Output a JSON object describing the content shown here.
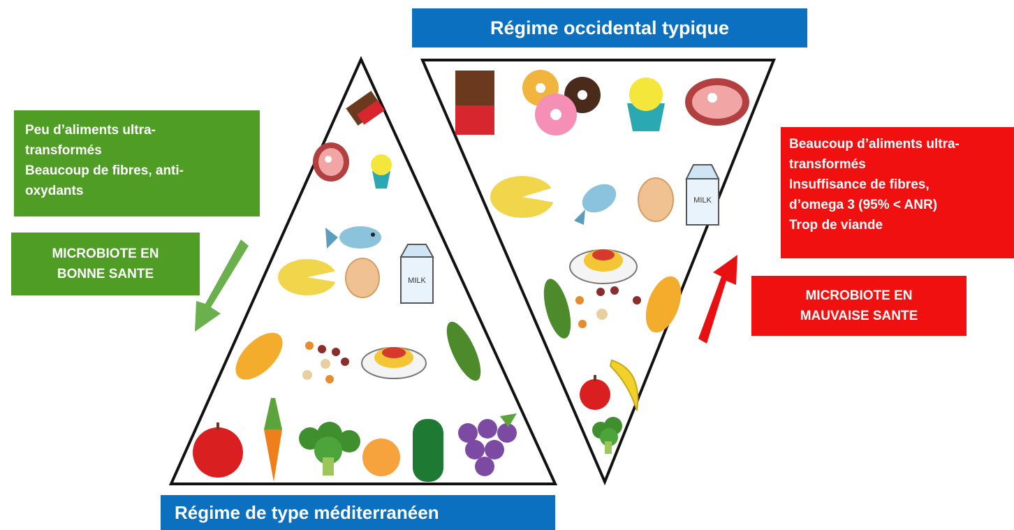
{
  "titles": {
    "western": "Régime occidental typique",
    "mediterranean": "Régime de type méditerranéen"
  },
  "mediterranean_info": {
    "lines": [
      "Peu d’aliments ultra-",
      "transformés",
      "Beaucoup de fibres, anti-",
      "oxydants"
    ]
  },
  "mediterranean_state": {
    "lines": [
      "MICROBIOTE EN",
      "BONNE SANTE"
    ]
  },
  "western_info": {
    "lines": [
      "Beaucoup d’aliments ultra-",
      "transformés",
      "Insuffisance de fibres,",
      "d’omega 3 (95% < ANR)",
      "Trop de viande"
    ]
  },
  "western_state": {
    "lines": [
      "MICROBIOTE EN",
      "MAUVAISE SANTE"
    ]
  },
  "milk_label": "MILK",
  "colors": {
    "title_blue": "#0b70c0",
    "healthy_green": "#4f9d25",
    "unhealthy_red": "#f01010",
    "arrow_green": "#6ab04c",
    "arrow_red": "#e81010"
  },
  "icons": {
    "mediterranean_pyramid": [
      "chocolate-icon",
      "steak-icon",
      "cupcake-icon",
      "fish-icon",
      "cheese-icon",
      "egg-icon",
      "milk-icon",
      "bread-icon",
      "beans-icon",
      "spaghetti-icon",
      "peas-icon",
      "apple-icon",
      "carrot-icon",
      "broccoli-icon",
      "orange-icon",
      "zucchini-icon",
      "grapes-icon"
    ],
    "western_pyramid": [
      "chocolate-icon",
      "donut-icon",
      "cupcake-icon",
      "steak-icon",
      "cheese-icon",
      "fish-icon",
      "egg-icon",
      "milk-icon",
      "spaghetti-icon",
      "peas-icon",
      "beans-icon",
      "bread-icon",
      "apple-icon",
      "banana-icon",
      "broccoli-icon"
    ]
  }
}
